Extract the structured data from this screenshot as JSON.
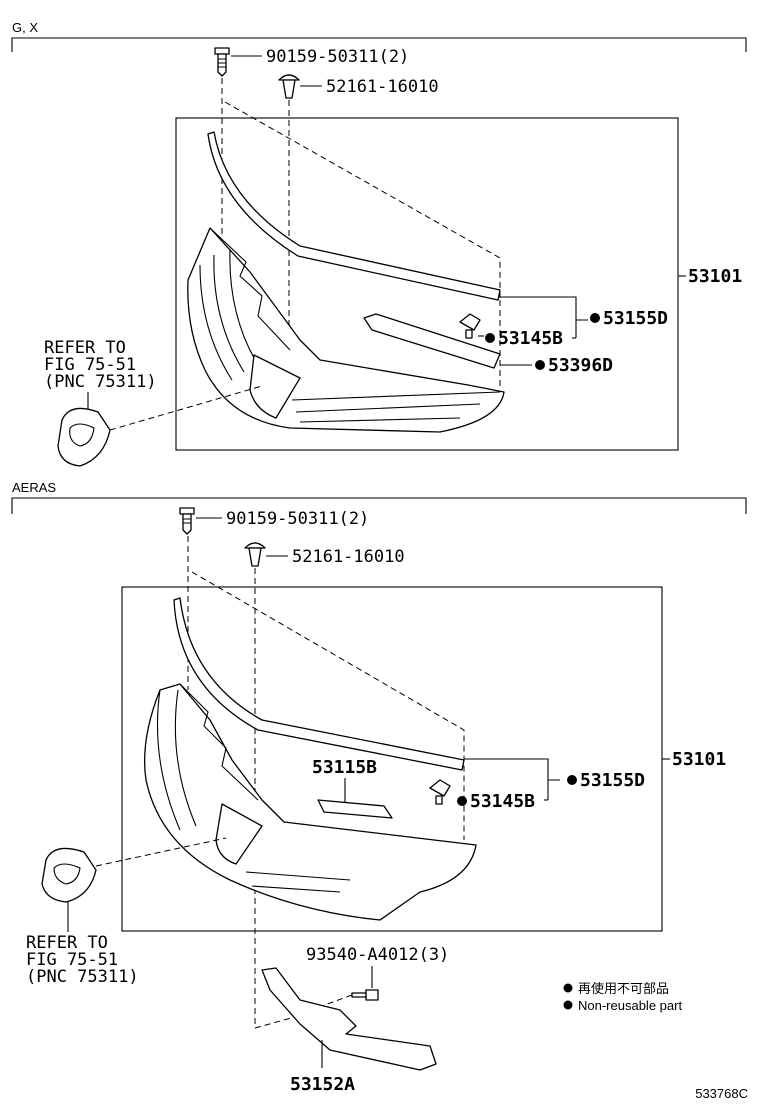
{
  "sections": {
    "top": "G, X",
    "bottom": "AERAS"
  },
  "top": {
    "bolt": "90159-50311(2)",
    "clip": "52161-16010",
    "assy": "53101",
    "p53155d": "53155D",
    "p53145b": "53145B",
    "p53396d": "53396D",
    "refer": [
      "REFER TO",
      "FIG 75-51",
      "(PNC 75311)"
    ]
  },
  "bottom": {
    "bolt": "90159-50311(2)",
    "clip": "52161-16010",
    "assy": "53101",
    "p53115b": "53115B",
    "p53155d": "53155D",
    "p53145b": "53145B",
    "screw": "93540-A4012(3)",
    "p53152a": "53152A",
    "refer": [
      "REFER TO",
      "FIG 75-51",
      "(PNC 75311)"
    ]
  },
  "legend": {
    "line1": "再使用不可部品",
    "line2": "Non-reusable part"
  },
  "illustration_code": "533768C",
  "colors": {
    "line": "#000000",
    "background": "#ffffff"
  }
}
